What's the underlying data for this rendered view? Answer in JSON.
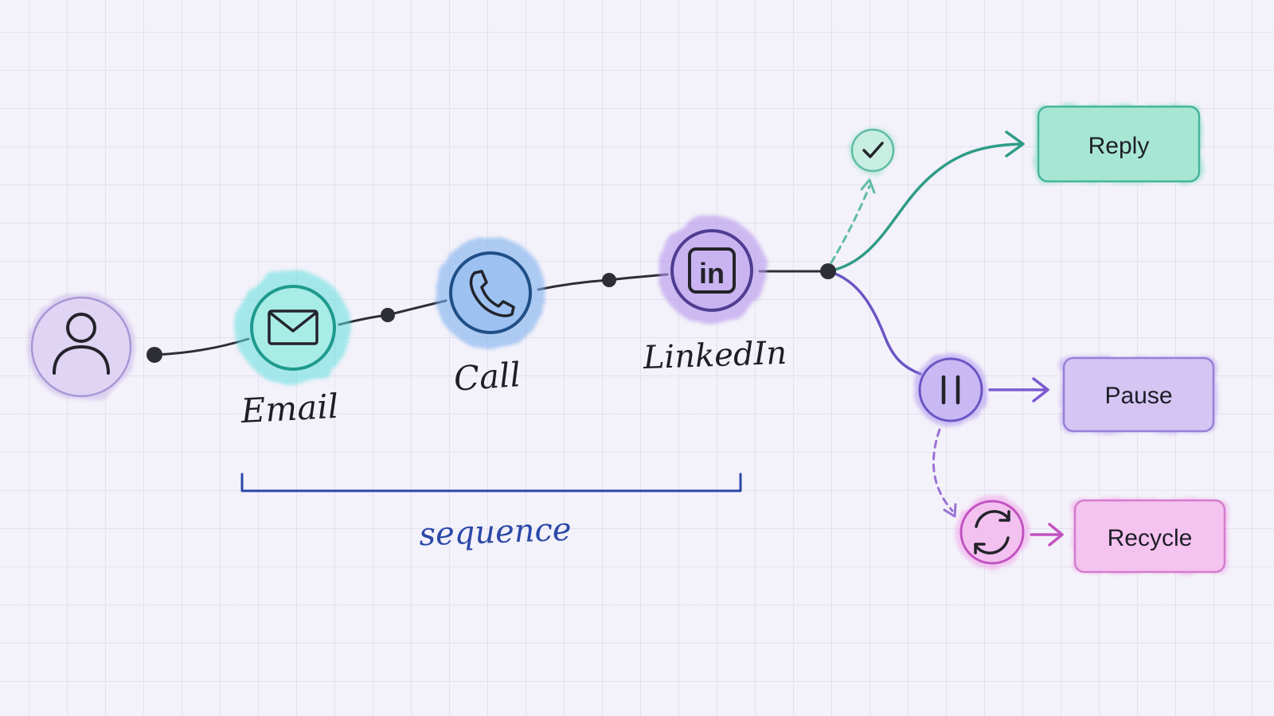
{
  "steps": {
    "email_label": "Email",
    "call_label": "Call",
    "linkedin_label": "LinkedIn",
    "linkedin_glyph": "in"
  },
  "bracket": {
    "label": "sequence"
  },
  "outcomes": {
    "reply_label": "Reply",
    "pause_label": "Pause",
    "recycle_label": "Recycle"
  },
  "colors": {
    "line": "#2d2d36",
    "email_teal": "#1f9a8e",
    "call_blue": "#1f4f86",
    "linkedin_purple": "#4f3d92",
    "reply_green": "#2e9c86",
    "pause_purple": "#7b5ad0",
    "recycle_pink": "#c252c0",
    "sequence_blue": "#2b48a8"
  },
  "icons": [
    "person-icon",
    "mail-icon",
    "phone-icon",
    "linkedin-icon",
    "check-icon",
    "pause-icon",
    "refresh-icon"
  ]
}
